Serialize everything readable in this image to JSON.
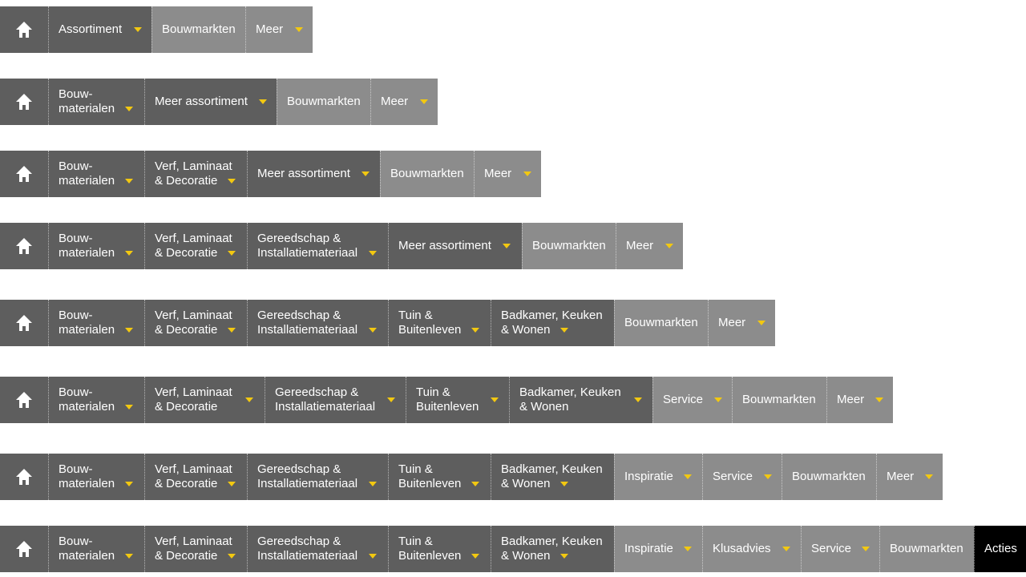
{
  "colors": {
    "dark": "#5e5e5e",
    "light": "#8c8c8c",
    "black": "#000000",
    "arrow": "#f2c811"
  },
  "labels": {
    "bouwmaterialen": [
      "Bouw-",
      "materialen"
    ],
    "verf": [
      "Verf, Laminaat",
      "& Decoratie"
    ],
    "gereedschap": [
      "Gereedschap &",
      "Installatiemateriaal"
    ],
    "tuin": [
      "Tuin &",
      "Buitenleven"
    ],
    "badkamer": [
      "Badkamer, Keuken",
      "& Wonen"
    ],
    "assortiment": "Assortiment",
    "meer_assortiment": "Meer assortiment",
    "bouwmarkten": "Bouwmarkten",
    "meer": "Meer",
    "service": "Service",
    "inspiratie": "Inspiratie",
    "klusadvies": "Klusadvies",
    "acties": "Acties"
  },
  "icons": {
    "home": "home-icon",
    "dropdown": "chevron-down-icon"
  }
}
